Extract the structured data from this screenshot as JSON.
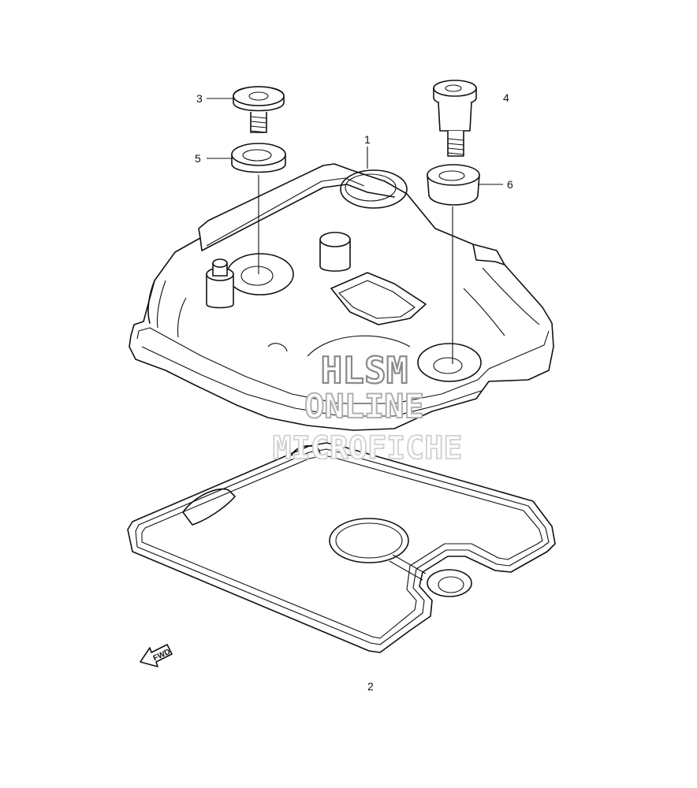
{
  "diagram": {
    "parts": [
      {
        "number": "1"
      },
      {
        "number": "2"
      },
      {
        "number": "3"
      },
      {
        "number": "4"
      },
      {
        "number": "5"
      },
      {
        "number": "6"
      }
    ],
    "watermark": {
      "line1": "HLSM",
      "line2": "ONLINE",
      "line3": "MICROFICHE"
    },
    "direction_arrow": {
      "label": "FWD",
      "icon": "fwd-arrow-icon"
    }
  }
}
